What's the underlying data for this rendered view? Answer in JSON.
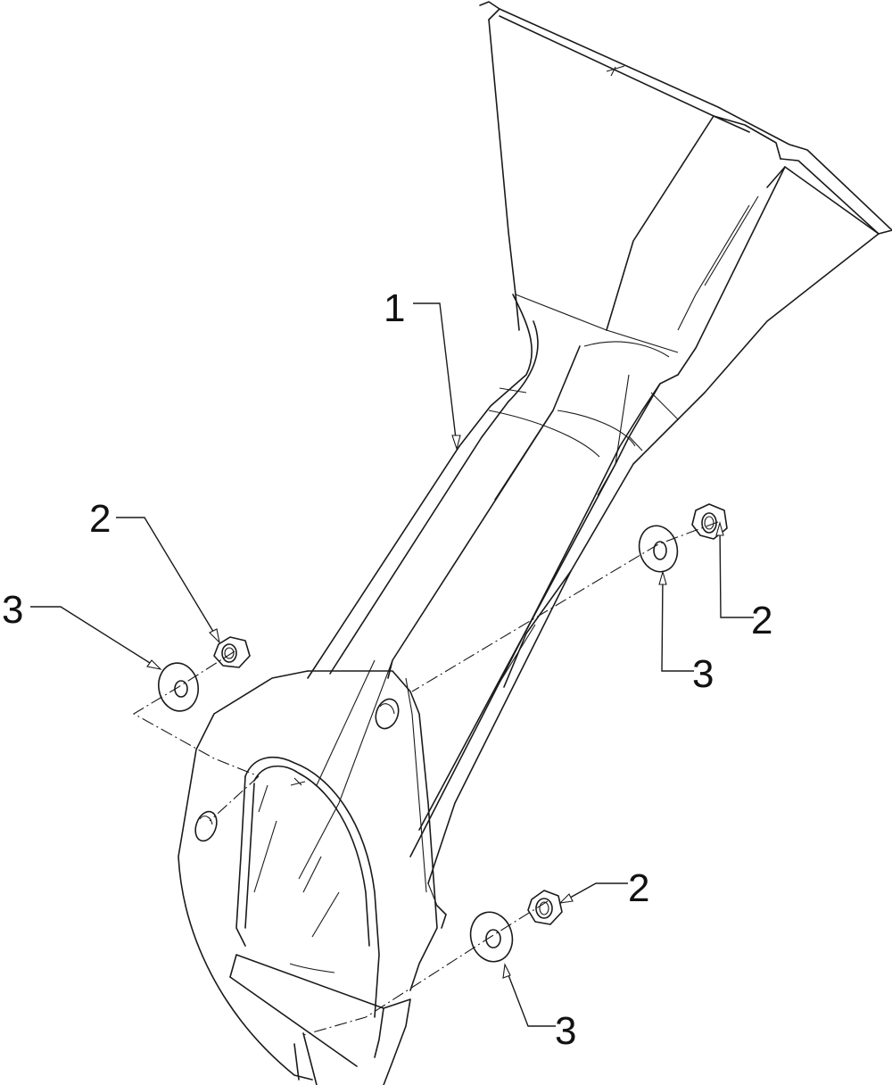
{
  "callouts": [
    {
      "id": "callout-1",
      "label": "1"
    },
    {
      "id": "callout-2-left",
      "label": "2"
    },
    {
      "id": "callout-3-left",
      "label": "3"
    },
    {
      "id": "callout-2-right",
      "label": "2"
    },
    {
      "id": "callout-3-right",
      "label": "3"
    },
    {
      "id": "callout-2-bottom",
      "label": "2"
    },
    {
      "id": "callout-3-bottom",
      "label": "3"
    }
  ]
}
